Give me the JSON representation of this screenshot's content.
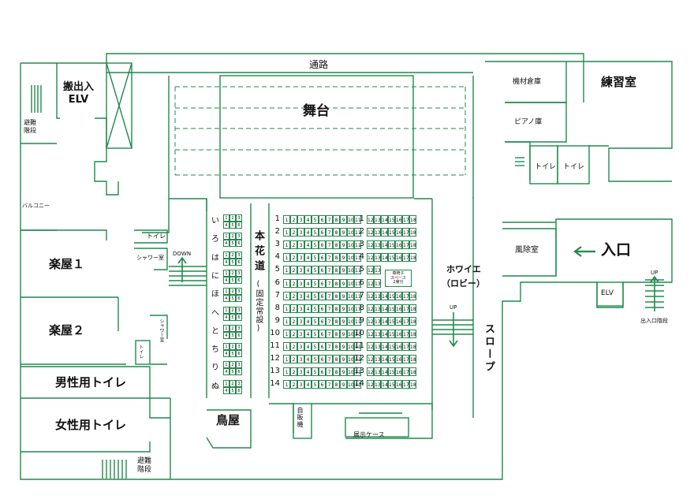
{
  "colors": {
    "line": "#1f8a4c",
    "text": "#111111",
    "background": "#ffffff"
  },
  "labels": {
    "tsuuro": "通路",
    "butai": "舞台",
    "hanshutsu_elv": "搬出入\nELV",
    "hinan_top": "避難\n階段",
    "balcony": "バルコニー",
    "gakuya1": "楽屋１",
    "gakuya2": "楽屋２",
    "toilet_small": "トイレ",
    "shower1": "シャワー室",
    "shower2": "シャワー室",
    "toilet_small2": "トイレ",
    "down": "DOWN",
    "danshi_toilet": "男性用トイレ",
    "joshi_toilet": "女性用トイレ",
    "hinan_bottom": "避難\n階段",
    "hanamichi": "本花道",
    "hanamichi_note": "(固定常設)",
    "toriya": "鳥屋",
    "jihanki": "自販機",
    "tenji_case": "展示ケース",
    "kizai_souko": "機材倉庫",
    "piano_ko": "ピアノ庫",
    "renshu_shitsu": "練習室",
    "toilet_a": "トイレ",
    "toilet_b": "トイレ",
    "fujoshitsu": "風除室",
    "iriguchi": "入口",
    "elv": "ELV",
    "up_right": "UP",
    "deiriguchi_kaidan": "出入口階段",
    "foyer": "ホワイエ",
    "lobby": "（ロビー）",
    "up_foyer": "UP",
    "slope": "スロープ",
    "wheelchair_space": "車椅子\nスペース\n2席分"
  },
  "left_box_seats": {
    "rows": [
      "い",
      "ろ",
      "は",
      "に",
      "ほ",
      "へ",
      "と",
      "ち",
      "り",
      "ぬ"
    ],
    "seat_numbers": [
      "1",
      "2",
      "3",
      "4",
      "5",
      "6"
    ]
  },
  "main_seats": {
    "rows": [
      "1",
      "2",
      "3",
      "4",
      "5",
      "6",
      "7",
      "8",
      "9",
      "10",
      "11",
      "12",
      "13",
      "14"
    ],
    "left_block": [
      "1",
      "2",
      "3",
      "4",
      "5",
      "6",
      "7",
      "8",
      "9",
      "10",
      "11"
    ],
    "right_block": [
      "12",
      "13",
      "14",
      "15",
      "16",
      "17",
      "18"
    ]
  }
}
